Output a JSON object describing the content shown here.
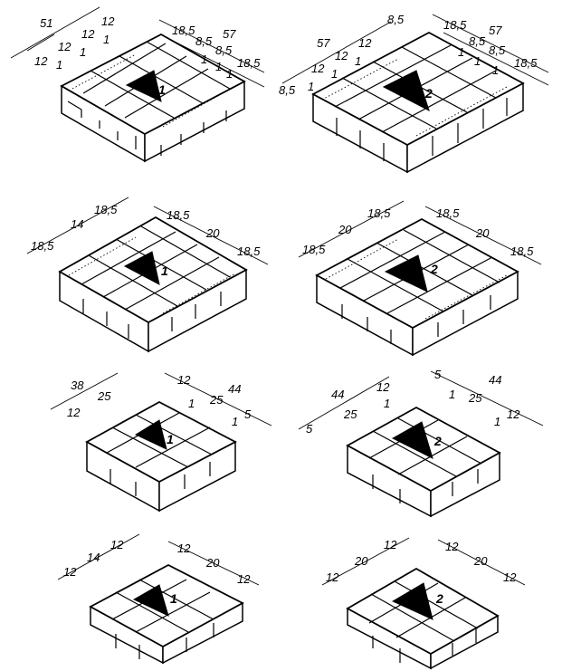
{
  "figures": [
    {
      "id": "pier-a1",
      "marker": "1",
      "dims_left": [
        "51",
        "12",
        "12",
        "12",
        "12",
        "1",
        "1",
        "1"
      ],
      "dims_right": [
        "57",
        "18,5",
        "8,5",
        "8,5",
        "18,5",
        "1",
        "1",
        "1"
      ]
    },
    {
      "id": "pier-a2",
      "marker": "2",
      "dims_left": [
        "57",
        "8,5",
        "12",
        "12",
        "12",
        "8,5",
        "1",
        "1",
        "1"
      ],
      "dims_right": [
        "57",
        "18,5",
        "8,5",
        "8,5",
        "18,5",
        "1",
        "1",
        "1"
      ]
    },
    {
      "id": "pier-b1",
      "marker": "1",
      "dims_left": [
        "18,5",
        "14",
        "18,5"
      ],
      "dims_right": [
        "18,5",
        "20",
        "18,5"
      ]
    },
    {
      "id": "pier-b2",
      "marker": "2",
      "dims_left": [
        "18,5",
        "20",
        "18,5"
      ],
      "dims_right": [
        "18,5",
        "20",
        "18,5"
      ]
    },
    {
      "id": "pier-c1",
      "marker": "1",
      "dims_left": [
        "38",
        "12",
        "25"
      ],
      "dims_right": [
        "44",
        "12",
        "25",
        "5",
        "1",
        "1"
      ]
    },
    {
      "id": "pier-c2",
      "marker": "2",
      "dims_left": [
        "44",
        "5",
        "25",
        "12",
        "1"
      ],
      "dims_right": [
        "44",
        "5",
        "25",
        "12",
        "1",
        "1"
      ]
    },
    {
      "id": "pier-d1",
      "marker": "1",
      "dims_left": [
        "12",
        "14",
        "12"
      ],
      "dims_right": [
        "12",
        "20",
        "12"
      ]
    },
    {
      "id": "pier-d2",
      "marker": "2",
      "dims_left": [
        "12",
        "20",
        "12"
      ],
      "dims_right": [
        "12",
        "20",
        "12"
      ]
    }
  ]
}
